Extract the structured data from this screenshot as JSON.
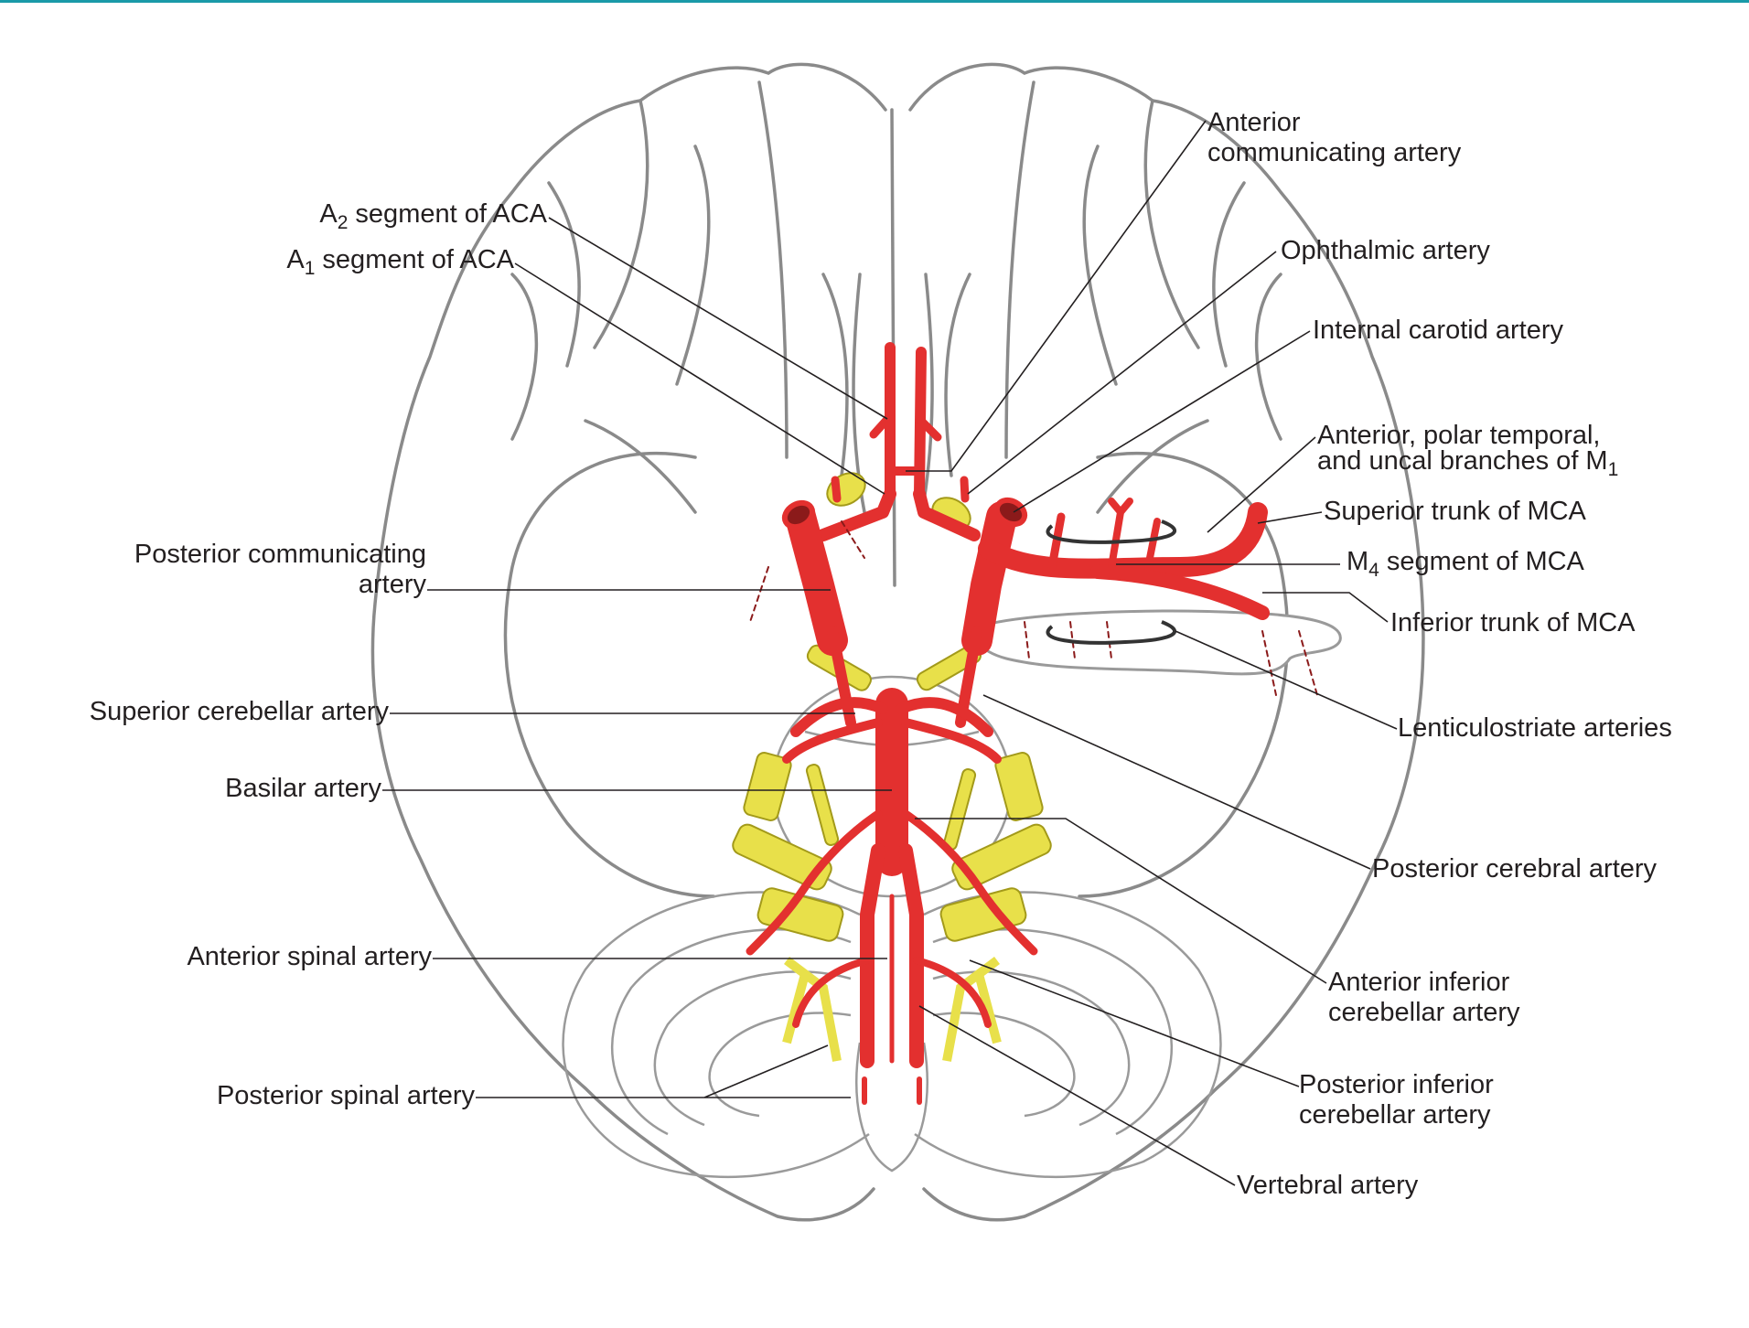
{
  "figure": {
    "title": "Arteries at the base of the brain (inferior view)",
    "accent_color": "#1a9aa8",
    "artery_color": "#e3302f",
    "nerve_color": "#e8e04a",
    "outline_color": "#8a8a8a"
  },
  "labels": {
    "a2": {
      "pre": "A",
      "sub": "2",
      "post": " segment of ACA"
    },
    "a1": {
      "pre": "A",
      "sub": "1",
      "post": " segment of ACA"
    },
    "acom": {
      "line1": "Anterior",
      "line2": "communicating artery"
    },
    "ophthalmic": "Ophthalmic artery",
    "ica": "Internal carotid artery",
    "m1_branches": {
      "line1": "Anterior, polar temporal,",
      "line2_pre": "and uncal branches of M",
      "line2_sub": "1"
    },
    "sup_trunk": "Superior trunk of MCA",
    "m4": {
      "pre": "M",
      "sub": "4",
      "post": " segment of MCA"
    },
    "inf_trunk": "Inferior trunk of MCA",
    "lenticulostriate": "Lenticulostriate arteries",
    "pcom": {
      "line1": "Posterior communicating",
      "line2": "artery"
    },
    "sca": "Superior cerebellar artery",
    "basilar": "Basilar artery",
    "pca": "Posterior cerebral artery",
    "aica": {
      "line1": "Anterior inferior",
      "line2": "cerebellar artery"
    },
    "asa": "Anterior spinal artery",
    "pica": {
      "line1": "Posterior inferior",
      "line2": "cerebellar artery"
    },
    "psa": "Posterior spinal artery",
    "vertebral": "Vertebral artery"
  }
}
